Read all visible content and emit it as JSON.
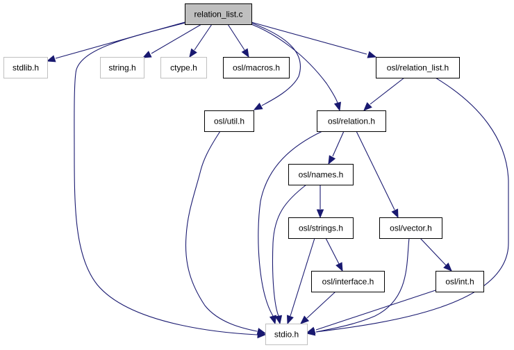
{
  "diagram": {
    "type": "include-dependency-graph",
    "colors": {
      "edge": "#191970",
      "root_fill": "#bfbfbf",
      "normal_border": "#000000",
      "external_border": "#bfbfbf"
    },
    "nodes": [
      {
        "id": "relation_list_c",
        "label": "relation_list.c",
        "kind": "root"
      },
      {
        "id": "stdlib_h",
        "label": "stdlib.h",
        "kind": "external"
      },
      {
        "id": "string_h",
        "label": "string.h",
        "kind": "external"
      },
      {
        "id": "ctype_h",
        "label": "ctype.h",
        "kind": "external"
      },
      {
        "id": "osl_macros_h",
        "label": "osl/macros.h",
        "kind": "normal"
      },
      {
        "id": "osl_relation_list_h",
        "label": "osl/relation_list.h",
        "kind": "normal"
      },
      {
        "id": "osl_util_h",
        "label": "osl/util.h",
        "kind": "normal"
      },
      {
        "id": "osl_relation_h",
        "label": "osl/relation.h",
        "kind": "normal"
      },
      {
        "id": "osl_names_h",
        "label": "osl/names.h",
        "kind": "normal"
      },
      {
        "id": "osl_strings_h",
        "label": "osl/strings.h",
        "kind": "normal"
      },
      {
        "id": "osl_vector_h",
        "label": "osl/vector.h",
        "kind": "normal"
      },
      {
        "id": "osl_interface_h",
        "label": "osl/interface.h",
        "kind": "normal"
      },
      {
        "id": "osl_int_h",
        "label": "osl/int.h",
        "kind": "normal"
      },
      {
        "id": "stdio_h",
        "label": "stdio.h",
        "kind": "external"
      }
    ],
    "edges": [
      {
        "from": "relation_list_c",
        "to": "stdlib_h"
      },
      {
        "from": "relation_list_c",
        "to": "stdio_h"
      },
      {
        "from": "relation_list_c",
        "to": "string_h"
      },
      {
        "from": "relation_list_c",
        "to": "ctype_h"
      },
      {
        "from": "relation_list_c",
        "to": "osl_macros_h"
      },
      {
        "from": "relation_list_c",
        "to": "osl_util_h"
      },
      {
        "from": "relation_list_c",
        "to": "osl_relation_h"
      },
      {
        "from": "relation_list_c",
        "to": "osl_relation_list_h"
      },
      {
        "from": "osl_relation_list_h",
        "to": "osl_relation_h"
      },
      {
        "from": "osl_relation_list_h",
        "to": "stdio_h"
      },
      {
        "from": "osl_util_h",
        "to": "stdio_h"
      },
      {
        "from": "osl_relation_h",
        "to": "stdio_h"
      },
      {
        "from": "osl_relation_h",
        "to": "osl_names_h"
      },
      {
        "from": "osl_relation_h",
        "to": "osl_vector_h"
      },
      {
        "from": "osl_names_h",
        "to": "stdio_h"
      },
      {
        "from": "osl_names_h",
        "to": "osl_strings_h"
      },
      {
        "from": "osl_strings_h",
        "to": "stdio_h"
      },
      {
        "from": "osl_strings_h",
        "to": "osl_interface_h"
      },
      {
        "from": "osl_interface_h",
        "to": "stdio_h"
      },
      {
        "from": "osl_vector_h",
        "to": "stdio_h"
      },
      {
        "from": "osl_vector_h",
        "to": "osl_int_h"
      },
      {
        "from": "osl_int_h",
        "to": "stdio_h"
      }
    ]
  }
}
